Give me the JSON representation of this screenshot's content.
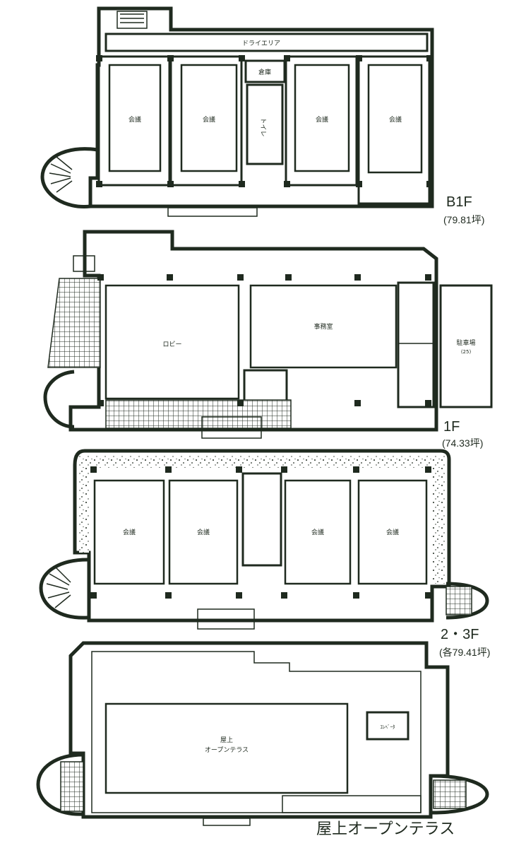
{
  "floors": {
    "b1f": {
      "name": "B1F",
      "area": "(79.81坪)",
      "labels": {
        "dry_area": "ドライエリア",
        "storage": "倉庫",
        "room_1": "会議",
        "room_2": "会議",
        "room_3": "会議",
        "room_4": "会議",
        "toilet": "トイレ"
      }
    },
    "f1": {
      "name": "1F",
      "area": "(74.33坪)",
      "labels": {
        "lobby": "ロビー",
        "office": "事務室",
        "parking": "駐車場",
        "parking_count": "(25)"
      }
    },
    "f23": {
      "name": "2・3F",
      "area": "(各79.41坪)",
      "labels": {
        "room_1": "会議",
        "room_2": "会議",
        "room_3": "会議",
        "room_4": "会議"
      }
    },
    "roof": {
      "caption": "屋上オープンテラス",
      "labels": {
        "terrace_line1": "屋上",
        "terrace_line2": "オープンテラス",
        "machine": "ｴﾚﾍﾞｰﾀ"
      }
    }
  },
  "colors": {
    "ink": "#1f2a1f",
    "paper": "#ffffff"
  }
}
